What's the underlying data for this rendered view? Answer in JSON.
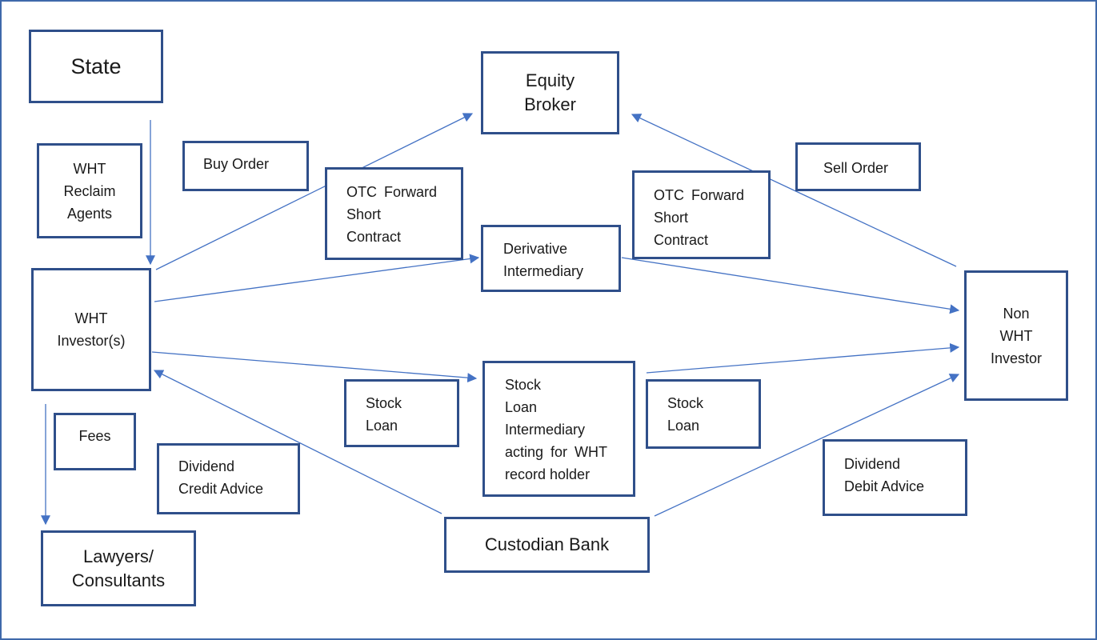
{
  "boxes": {
    "state": "State",
    "wht_reclaim_agents": [
      "WHT",
      "Reclaim",
      "Agents"
    ],
    "wht_investors": [
      "WHT",
      "Investor(s)"
    ],
    "fees": "Fees",
    "lawyers_consultants": [
      "Lawyers/",
      "Consultants"
    ],
    "buy_order": "Buy Order",
    "otc_forward_short_left": [
      "OTC Forward",
      "Short",
      "Contract"
    ],
    "equity_broker": [
      "Equity",
      "Broker"
    ],
    "derivative_intermediary": [
      "Derivative",
      "Intermediary"
    ],
    "otc_forward_short_right": [
      "OTC Forward",
      "Short",
      "Contract"
    ],
    "sell_order": "Sell Order",
    "non_wht_investor": [
      "Non",
      "WHT",
      "Investor"
    ],
    "stock_loan_left": [
      "Stock",
      "Loan"
    ],
    "stock_loan_intermediary": [
      "Stock Loan",
      "Intermediary",
      "acting for WHT",
      "record holder"
    ],
    "stock_loan_right": [
      "Stock",
      "Loan"
    ],
    "dividend_credit_advice": [
      "Dividend",
      "Credit Advice"
    ],
    "custodian_bank": "Custodian Bank",
    "dividend_debit_advice": [
      "Dividend",
      "Debit Advice"
    ]
  },
  "colors": {
    "box_border": "#2f4f8a",
    "arrow": "#4472c4",
    "frame": "#3f69aa"
  }
}
